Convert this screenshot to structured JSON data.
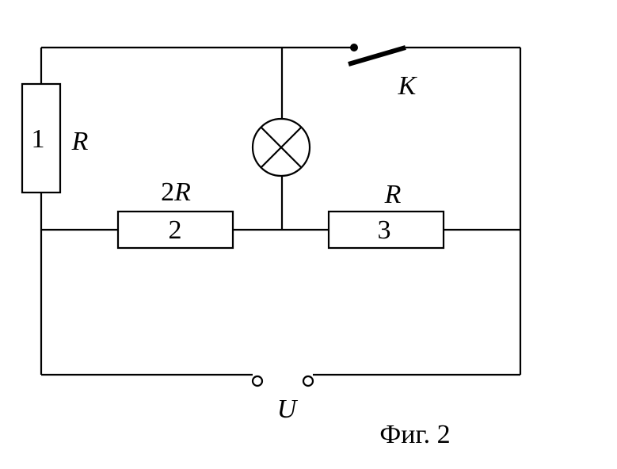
{
  "resistor_1": {
    "number": "1",
    "value": "R"
  },
  "resistor_2": {
    "number": "2",
    "value_coef": "2",
    "value_var": "R"
  },
  "resistor_3": {
    "number": "3",
    "value": "R"
  },
  "switch": {
    "label": "K"
  },
  "source": {
    "label": "U"
  },
  "caption": "Фиг. 2",
  "colors": {
    "ink": "#000000",
    "background": "#ffffff"
  },
  "icons": [
    "lamp-icon",
    "switch-icon",
    "terminal-icon"
  ]
}
